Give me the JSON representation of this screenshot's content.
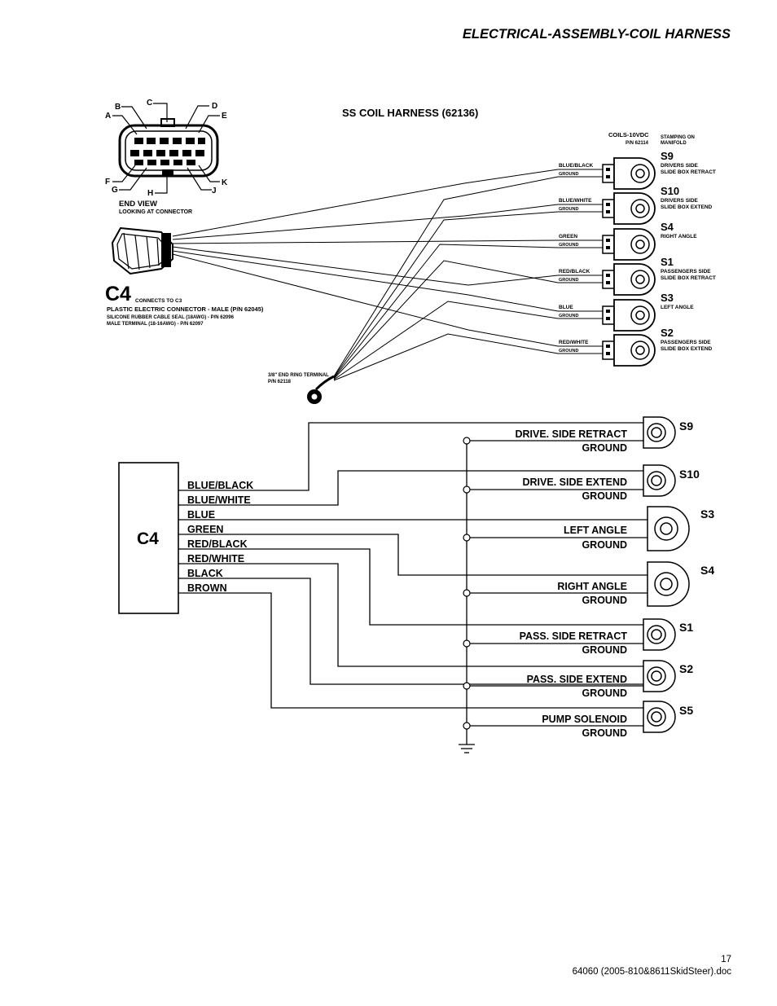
{
  "header": {
    "title": "ELECTRICAL-ASSEMBLY-COIL HARNESS"
  },
  "footer": {
    "page_number": "17",
    "doc_name": "64060 (2005-810&8611SkidSteer).doc"
  },
  "top": {
    "harness_title": "SS COIL HARNESS  (62136)",
    "coils_label": "COILS-10VDC",
    "coils_pn": "P/N 62114",
    "stamping": [
      "STAMPING ON",
      "MANIFOLD"
    ],
    "end_view": "END VIEW",
    "end_view_sub": "LOOKING AT CONNECTOR",
    "pin_letters": {
      "a": "A",
      "b": "B",
      "c": "C",
      "d": "D",
      "e": "E",
      "f": "F",
      "g": "G",
      "h": "H",
      "j": "J",
      "k": "K"
    },
    "c4_big": "C4",
    "c4_connects": "CONNECTS TO C3",
    "connector_lines": [
      "PLASTIC ELECTRIC CONNECTOR - MALE (P/N 62045)",
      "SILICONE RUBBER CABLE SEAL (18AWG) - P/N 62096",
      "MALE TERMINAL (18-16AWG) - P/N 62097"
    ],
    "ring_terminal": [
      "3/8\" END RING TERMINAL",
      "P/N 62118"
    ],
    "coils": [
      {
        "id": "S9",
        "wire": "BLUE/BLACK",
        "ground": "GROUND",
        "desc": [
          "DRIVERS SIDE",
          "SLIDE BOX RETRACT"
        ]
      },
      {
        "id": "S10",
        "wire": "BLUE/WHITE",
        "ground": "GROUND",
        "desc": [
          "DRIVERS SIDE",
          "SLIDE BOX EXTEND"
        ]
      },
      {
        "id": "S4",
        "wire": "GREEN",
        "ground": "GROUND",
        "desc": [
          "RIGHT ANGLE"
        ]
      },
      {
        "id": "S1",
        "wire": "RED/BLACK",
        "ground": "GROUND",
        "desc": [
          "PASSENGERS SIDE",
          "SLIDE BOX RETRACT"
        ]
      },
      {
        "id": "S3",
        "wire": "BLUE",
        "ground": "GROUND",
        "desc": [
          "LEFT ANGLE"
        ]
      },
      {
        "id": "S2",
        "wire": "RED/WHITE",
        "ground": "GROUND",
        "desc": [
          "PASSENGERS SIDE",
          "SLIDE BOX EXTEND"
        ]
      }
    ]
  },
  "schematic": {
    "connector": "C4",
    "wires": [
      "BLUE/BLACK",
      "BLUE/WHITE",
      "BLUE",
      "GREEN",
      "RED/BLACK",
      "RED/WHITE",
      "BLACK",
      "BROWN"
    ],
    "coils": [
      {
        "id": "S9",
        "function": "DRIVE. SIDE RETRACT",
        "ground": "GROUND"
      },
      {
        "id": "S10",
        "function": "DRIVE. SIDE EXTEND",
        "ground": "GROUND"
      },
      {
        "id": "S3",
        "function": "LEFT ANGLE",
        "ground": "GROUND"
      },
      {
        "id": "S4",
        "function": "RIGHT ANGLE",
        "ground": "GROUND"
      },
      {
        "id": "S1",
        "function": "PASS. SIDE RETRACT",
        "ground": "GROUND"
      },
      {
        "id": "S2",
        "function": "PASS. SIDE EXTEND",
        "ground": "GROUND"
      },
      {
        "id": "S5",
        "function": "PUMP SOLENOID",
        "ground": "GROUND"
      }
    ]
  }
}
